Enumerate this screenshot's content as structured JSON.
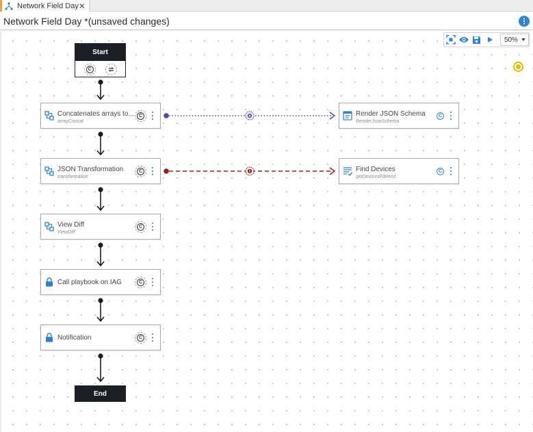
{
  "tab": {
    "label": "Network Field Day",
    "close": "✕"
  },
  "header": {
    "title": "Network Field Day *(unsaved changes)"
  },
  "toolbar": {
    "zoom": "50%"
  },
  "flow": {
    "start_label": "Start",
    "end_label": "End",
    "nodes": [
      {
        "title": "Concatenates arrays to...",
        "subtitle": "arrayConcat",
        "icon": "transform-icon"
      },
      {
        "title": "JSON Transformation",
        "subtitle": "transformation",
        "icon": "transform-icon"
      },
      {
        "title": "View Diff",
        "subtitle": "ViewDiff",
        "icon": "transform-icon"
      },
      {
        "title": "Call playbook on IAG",
        "subtitle": "",
        "icon": "lock-icon"
      },
      {
        "title": "Notification",
        "subtitle": "",
        "icon": "lock-icon"
      }
    ],
    "branch_nodes": [
      {
        "title": "Render JSON Schema",
        "subtitle": "RenderJsonSchema",
        "icon": "form-icon"
      },
      {
        "title": "Find Devices",
        "subtitle": "getDevicesFiltered",
        "icon": "list-check-icon"
      }
    ]
  },
  "colors": {
    "accent": "#2d83d3",
    "tab_accent": "#f0a030",
    "success_branch": "#5b3fb5",
    "error_branch": "#9c1b1b",
    "warning": "#e6b800",
    "node_header_dark": "#1b1e25"
  }
}
